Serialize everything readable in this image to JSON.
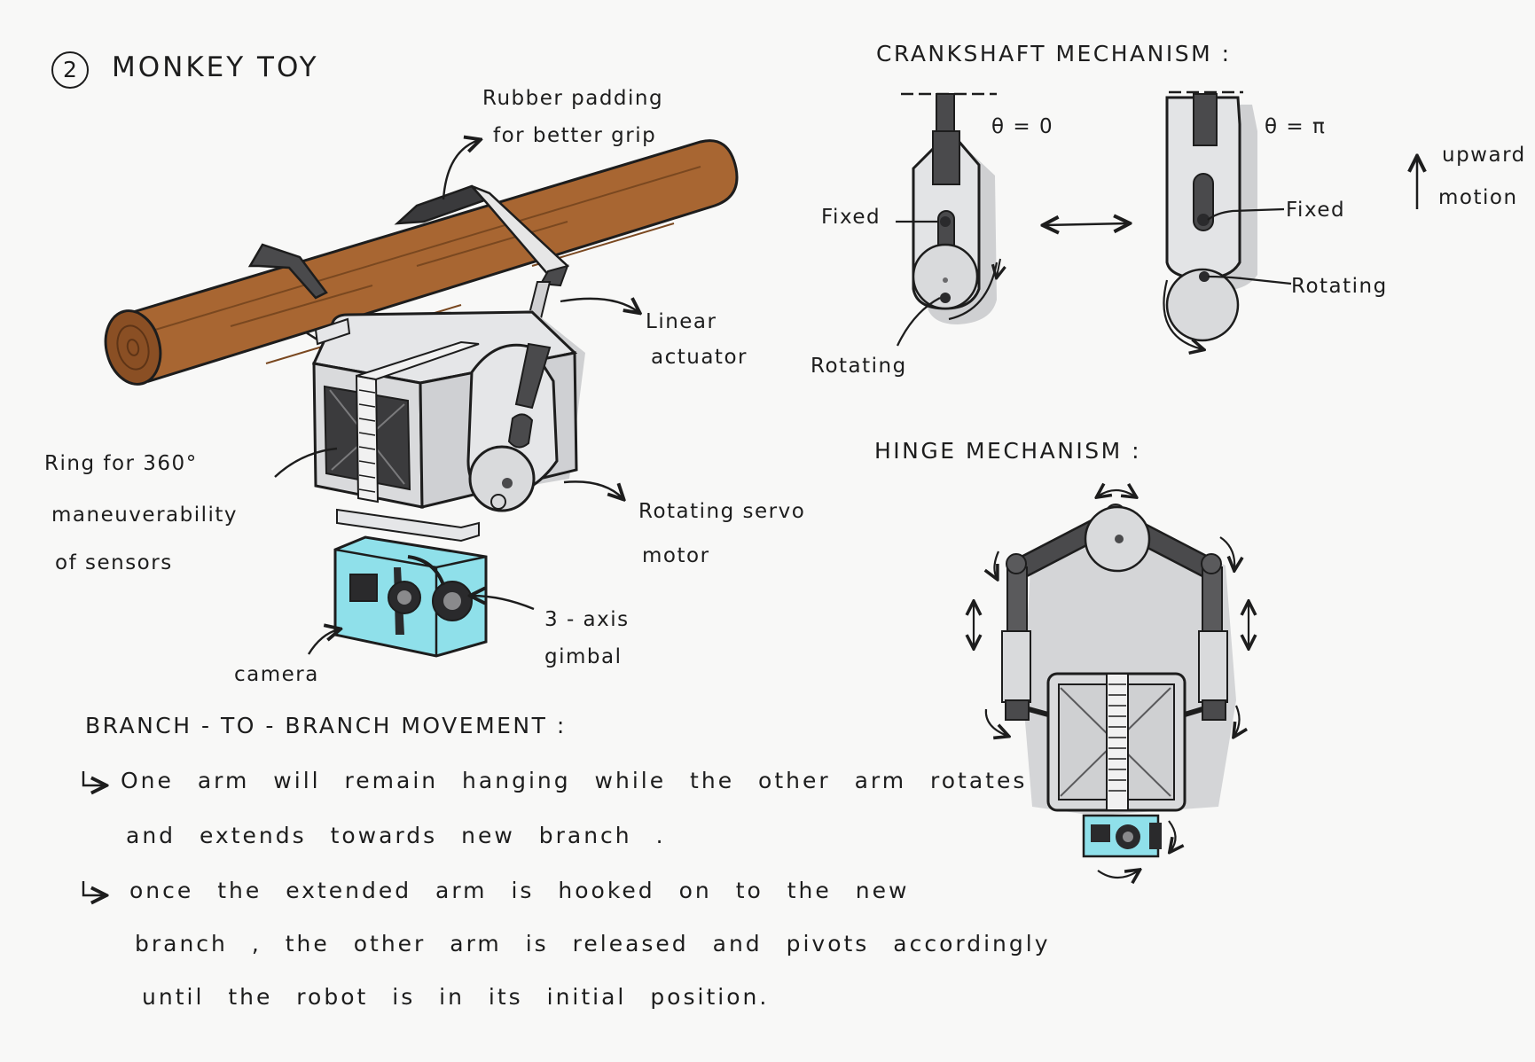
{
  "page": {
    "number": "2",
    "title": "MONKEY TOY"
  },
  "labels": {
    "rubber_1": "Rubber padding",
    "rubber_2": "for better grip",
    "linear_1": "Linear",
    "linear_2": "actuator",
    "ring_1": "Ring for 360°",
    "ring_2": "maneuverability",
    "ring_3": "of sensors",
    "servo_1": "Rotating servo",
    "servo_2": "motor",
    "gimbal_1": "3 - axis",
    "gimbal_2": "gimbal",
    "camera": "camera"
  },
  "crankshaft": {
    "heading": "CRANKSHAFT MECHANISM :",
    "theta_0": "θ = 0",
    "theta_pi": "θ = π",
    "fixed_left": "Fixed",
    "rotating_left": "Rotating",
    "fixed_right": "Fixed",
    "rotating_right": "Rotating",
    "upward_1": "upward",
    "upward_2": "motion"
  },
  "hinge": {
    "heading": "HINGE MECHANISM :"
  },
  "movement": {
    "heading": "BRANCH - TO - BRANCH MOVEMENT :",
    "bullet_1_line_1": "One arm will remain hanging while the other arm rotates",
    "bullet_1_line_2": "and extends towards new branch .",
    "bullet_2_line_1": "once the extended arm is hooked on to the new",
    "bullet_2_line_2": "branch , the other arm is released and pivots accordingly",
    "bullet_2_line_3": "until the robot is in its initial position."
  },
  "colors": {
    "wood": "#a86632",
    "wood_dark": "#6e3f1a",
    "body_gray": "#d9dadc",
    "dark_gray": "#4a4a4c",
    "camera_cyan": "#8fe0ea",
    "shadow": "#cfd0d2"
  }
}
